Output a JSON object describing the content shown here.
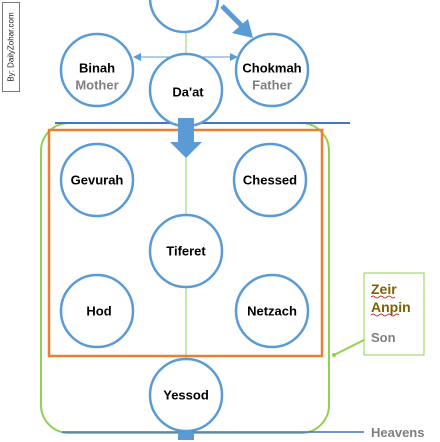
{
  "credit": "By: DailyZohar.com",
  "sefirot": {
    "binah": {
      "name": "Binah",
      "role": "Mother"
    },
    "chokmah": {
      "name": "Chokmah",
      "role": "Father"
    },
    "daat": {
      "name": "Da'at"
    },
    "gevurah": {
      "name": "Gevurah"
    },
    "chessed": {
      "name": "Chessed"
    },
    "tiferet": {
      "name": "Tiferet"
    },
    "hod": {
      "name": "Hod"
    },
    "netzach": {
      "name": "Netzach"
    },
    "yessod": {
      "name": "Yessod"
    }
  },
  "zeir_anpin": {
    "line1": "Zeir",
    "line2": "Anpin",
    "role": "Son"
  },
  "heavens_label": "Heavens",
  "colors": {
    "circle": "#5b9bd5",
    "orange_box": "#ed7d31",
    "green_box": "#92d050",
    "blue_line": "#4472c4",
    "arrow": "#5b9bd5",
    "role_text": "#808080",
    "side_text": "#7f6000"
  }
}
